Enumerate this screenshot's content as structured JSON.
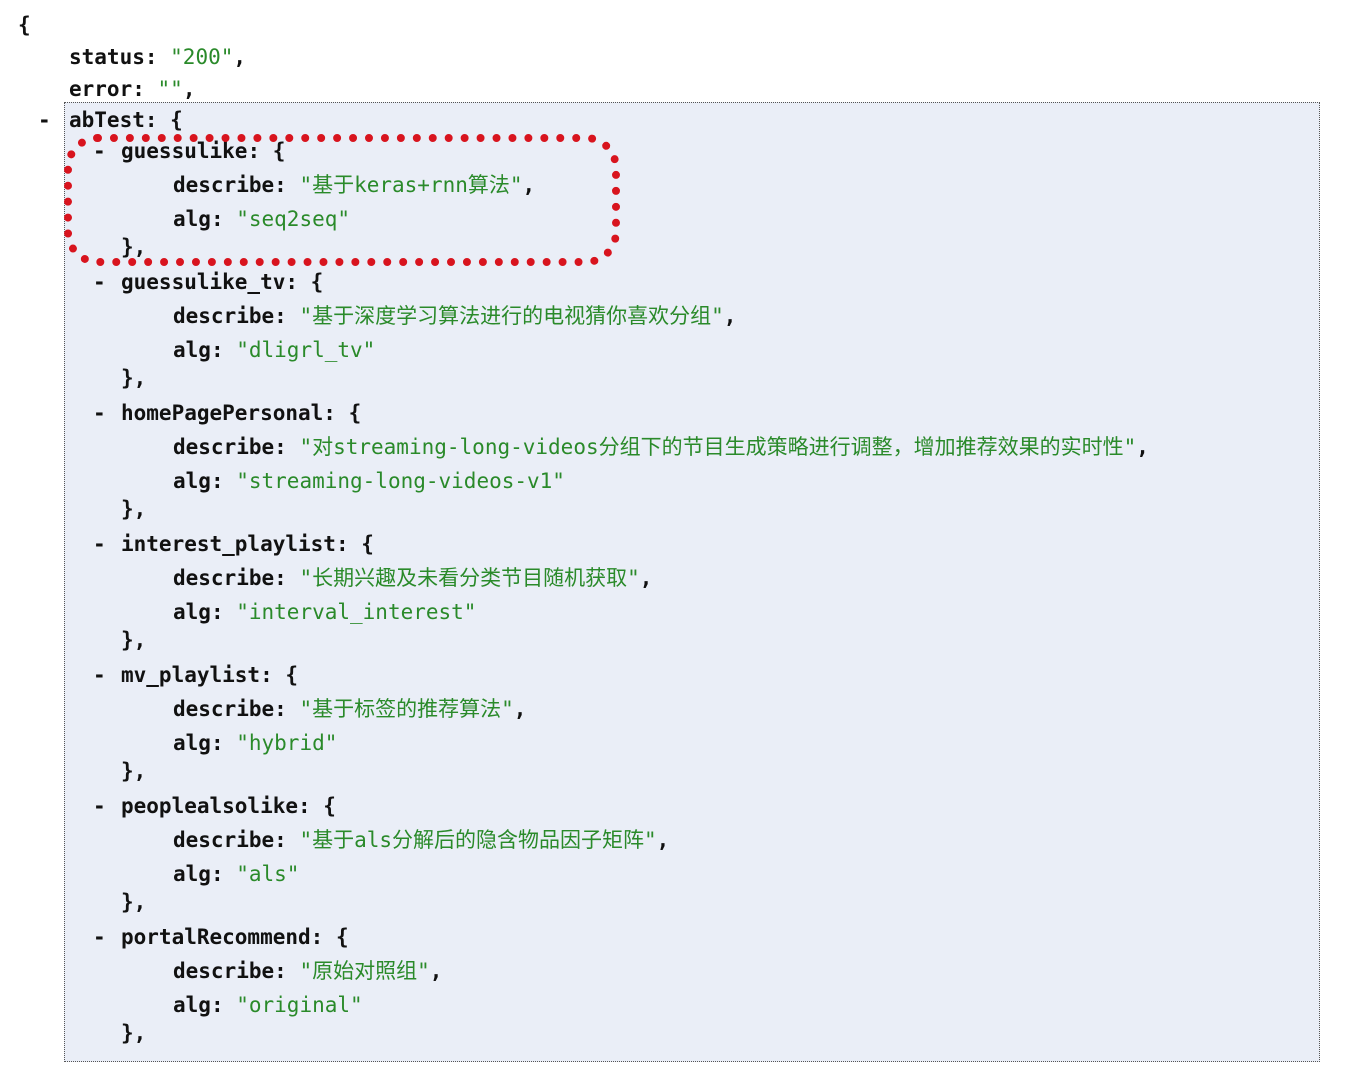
{
  "root_open": "{",
  "status": {
    "key": "status",
    "value": "\"200\""
  },
  "error": {
    "key": "error",
    "value": "\"\""
  },
  "abTest": {
    "toggle": "-",
    "key": "abTest",
    "open": "{"
  },
  "groups": [
    {
      "toggle": "-",
      "key": "guessulike",
      "describe": "\"基于keras+rnn算法\"",
      "alg": "\"seq2seq\""
    },
    {
      "toggle": "-",
      "key": "guessulike_tv",
      "describe": "\"基于深度学习算法进行的电视猜你喜欢分组\"",
      "alg": "\"dligrl_tv\""
    },
    {
      "toggle": "-",
      "key": "homePagePersonal",
      "describe": "\"对streaming-long-videos分组下的节目生成策略进行调整，增加推荐效果的实时性\"",
      "alg": "\"streaming-long-videos-v1\""
    },
    {
      "toggle": "-",
      "key": "interest_playlist",
      "describe": "\"长期兴趣及未看分类节目随机获取\"",
      "alg": "\"interval_interest\""
    },
    {
      "toggle": "-",
      "key": "mv_playlist",
      "describe": "\"基于标签的推荐算法\"",
      "alg": "\"hybrid\""
    },
    {
      "toggle": "-",
      "key": "peoplealsolike",
      "describe": "\"基于als分解后的隐含物品因子矩阵\"",
      "alg": "\"als\""
    },
    {
      "toggle": "-",
      "key": "portalRecommend",
      "describe": "\"原始对照组\"",
      "alg": "\"original\""
    }
  ],
  "labels": {
    "describe": "describe",
    "alg": "alg"
  },
  "colors": {
    "string": "#2a8a2a",
    "highlight": "#d8141e",
    "box_bg": "#eaeef7"
  }
}
